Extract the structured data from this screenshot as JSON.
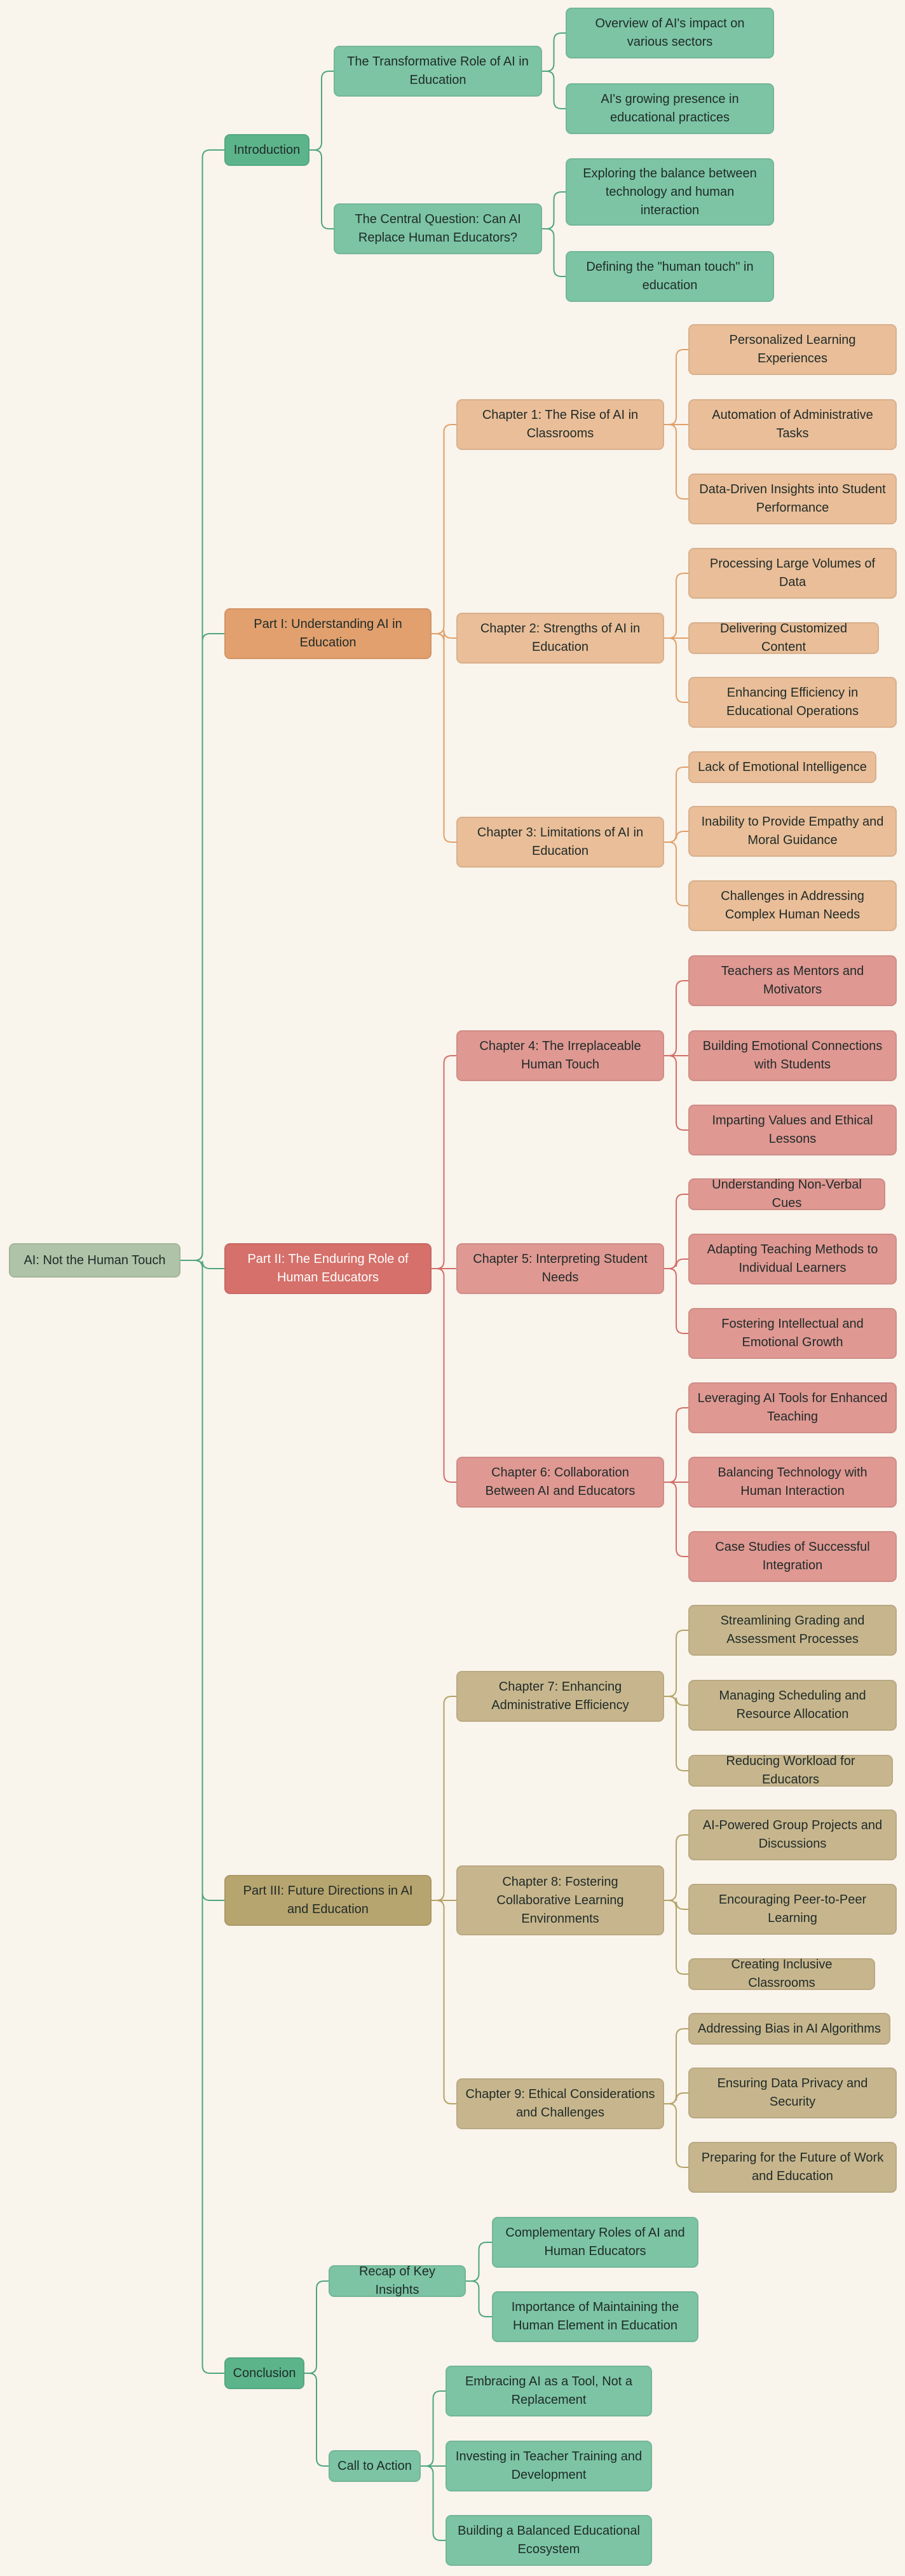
{
  "colors": {
    "root": "#aec3a7",
    "teal_main": "#5cb48b",
    "teal": "#7cc4a4",
    "orange_main": "#e1a06e",
    "orange": "#e9be98",
    "red_main": "#d6706a",
    "red": "#df9892",
    "olive_main": "#b7a56f",
    "olive": "#c7b68d",
    "teal_line": "#4fa57e",
    "orange_line": "#e0a069",
    "red_line": "#d36e69",
    "olive_line": "#b4a266"
  },
  "root": "AI: Not the Human Touch",
  "introduction": {
    "label": "Introduction",
    "sub1": {
      "label": "The Transformative Role of AI in Education",
      "items": [
        "Overview of AI's impact on various sectors",
        "AI's growing presence in educational practices"
      ]
    },
    "sub2": {
      "label": "The Central Question: Can AI Replace Human Educators?",
      "items": [
        "Exploring the balance between technology and human interaction",
        "Defining the \"human touch\" in education"
      ]
    }
  },
  "part1": {
    "label": "Part I: Understanding AI in Education",
    "ch1": {
      "label": "Chapter 1: The Rise of AI in Classrooms",
      "items": [
        "Personalized Learning Experiences",
        "Automation of Administrative Tasks",
        "Data-Driven Insights into Student Performance"
      ]
    },
    "ch2": {
      "label": "Chapter 2: Strengths of AI in Education",
      "items": [
        "Processing Large Volumes of Data",
        "Delivering Customized Content",
        "Enhancing Efficiency in Educational Operations"
      ]
    },
    "ch3": {
      "label": "Chapter 3: Limitations of AI in Education",
      "items": [
        "Lack of Emotional Intelligence",
        "Inability to Provide Empathy and Moral Guidance",
        "Challenges in Addressing Complex Human Needs"
      ]
    }
  },
  "part2": {
    "label": "Part II: The Enduring Role of Human Educators",
    "ch4": {
      "label": "Chapter 4: The Irreplaceable Human Touch",
      "items": [
        "Teachers as Mentors and Motivators",
        "Building Emotional Connections with Students",
        "Imparting Values and Ethical Lessons"
      ]
    },
    "ch5": {
      "label": "Chapter 5: Interpreting Student Needs",
      "items": [
        "Understanding Non-Verbal Cues",
        "Adapting Teaching Methods to Individual Learners",
        "Fostering Intellectual and Emotional Growth"
      ]
    },
    "ch6": {
      "label": "Chapter 6: Collaboration Between AI and Educators",
      "items": [
        "Leveraging AI Tools for Enhanced Teaching",
        "Balancing Technology with Human Interaction",
        "Case Studies of Successful Integration"
      ]
    }
  },
  "part3": {
    "label": "Part III: Future Directions in AI and Education",
    "ch7": {
      "label": "Chapter 7: Enhancing Administrative Efficiency",
      "items": [
        "Streamlining Grading and Assessment Processes",
        "Managing Scheduling and Resource Allocation",
        "Reducing Workload for Educators"
      ]
    },
    "ch8": {
      "label": "Chapter 8: Fostering Collaborative Learning Environments",
      "items": [
        "AI-Powered Group Projects and Discussions",
        "Encouraging Peer-to-Peer Learning",
        "Creating Inclusive Classrooms"
      ]
    },
    "ch9": {
      "label": "Chapter 9: Ethical Considerations and Challenges",
      "items": [
        "Addressing Bias in AI Algorithms",
        "Ensuring Data Privacy and Security",
        "Preparing for the Future of Work and Education"
      ]
    }
  },
  "conclusion": {
    "label": "Conclusion",
    "sub1": {
      "label": "Recap of Key Insights",
      "items": [
        "Complementary Roles of AI and Human Educators",
        "Importance of Maintaining the Human Element in Education"
      ]
    },
    "sub2": {
      "label": "Call to Action",
      "items": [
        "Embracing AI as a Tool, Not a Replacement",
        "Investing in Teacher Training and Development",
        "Building a Balanced Educational Ecosystem"
      ]
    }
  }
}
